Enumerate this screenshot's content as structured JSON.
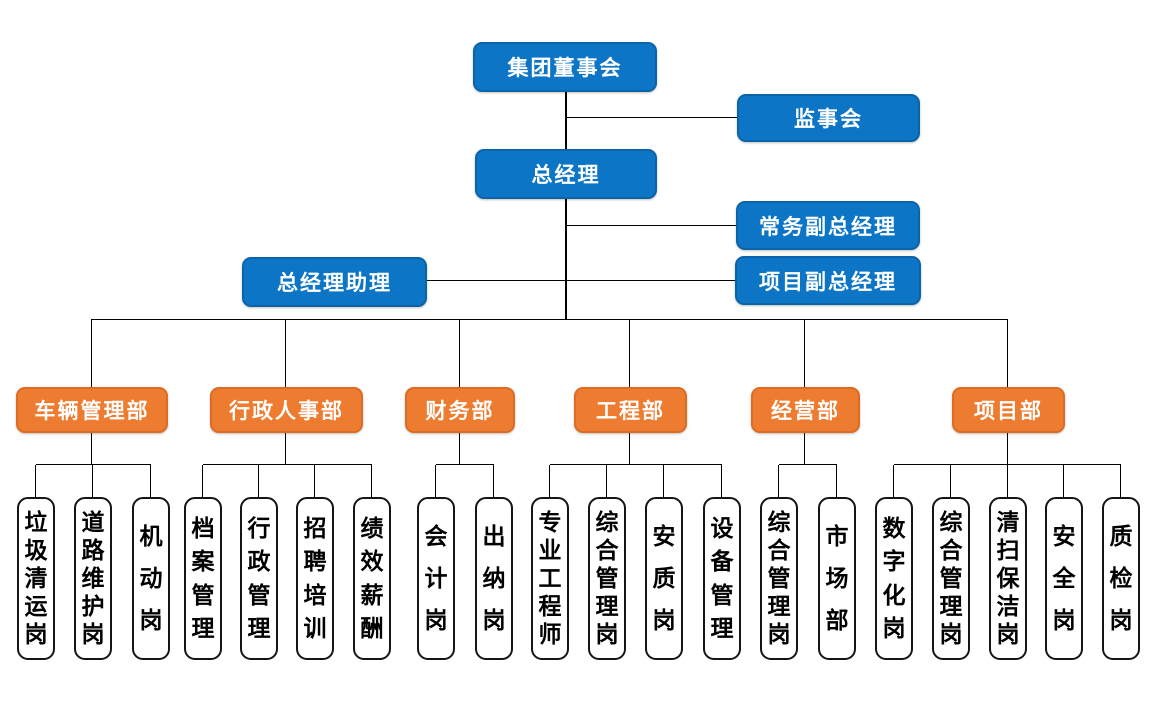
{
  "palette": {
    "blue": "#0D75C5",
    "orange": "#ED7C31",
    "line": "#000000",
    "position_bg": "#FFFFFF",
    "position_border": "#151515"
  },
  "executive": {
    "board": "集团董事会",
    "supervisory_board": "监事会",
    "general_manager": "总经理",
    "executive_deputy_gm": "常务副总经理",
    "project_deputy_gm": "项目副总经理",
    "gm_assistant": "总经理助理"
  },
  "departments": [
    {
      "label": "车辆管理部",
      "children": [
        "垃圾清运岗",
        "道路维护岗",
        "机动岗"
      ]
    },
    {
      "label": "行政人事部",
      "children": [
        "档案管理",
        "行政管理",
        "招聘培训",
        "绩效薪酬"
      ]
    },
    {
      "label": "财务部",
      "children": [
        "会计岗",
        "出纳岗"
      ]
    },
    {
      "label": "工程部",
      "children": [
        "专业工程师",
        "综合管理岗",
        "安质岗",
        "设备管理"
      ]
    },
    {
      "label": "经营部",
      "children": [
        "综合管理岗",
        "市场部"
      ]
    },
    {
      "label": "项目部",
      "children": [
        "数字化岗",
        "综合管理岗",
        "清扫保洁岗",
        "安全岗",
        "质检岗"
      ]
    }
  ]
}
